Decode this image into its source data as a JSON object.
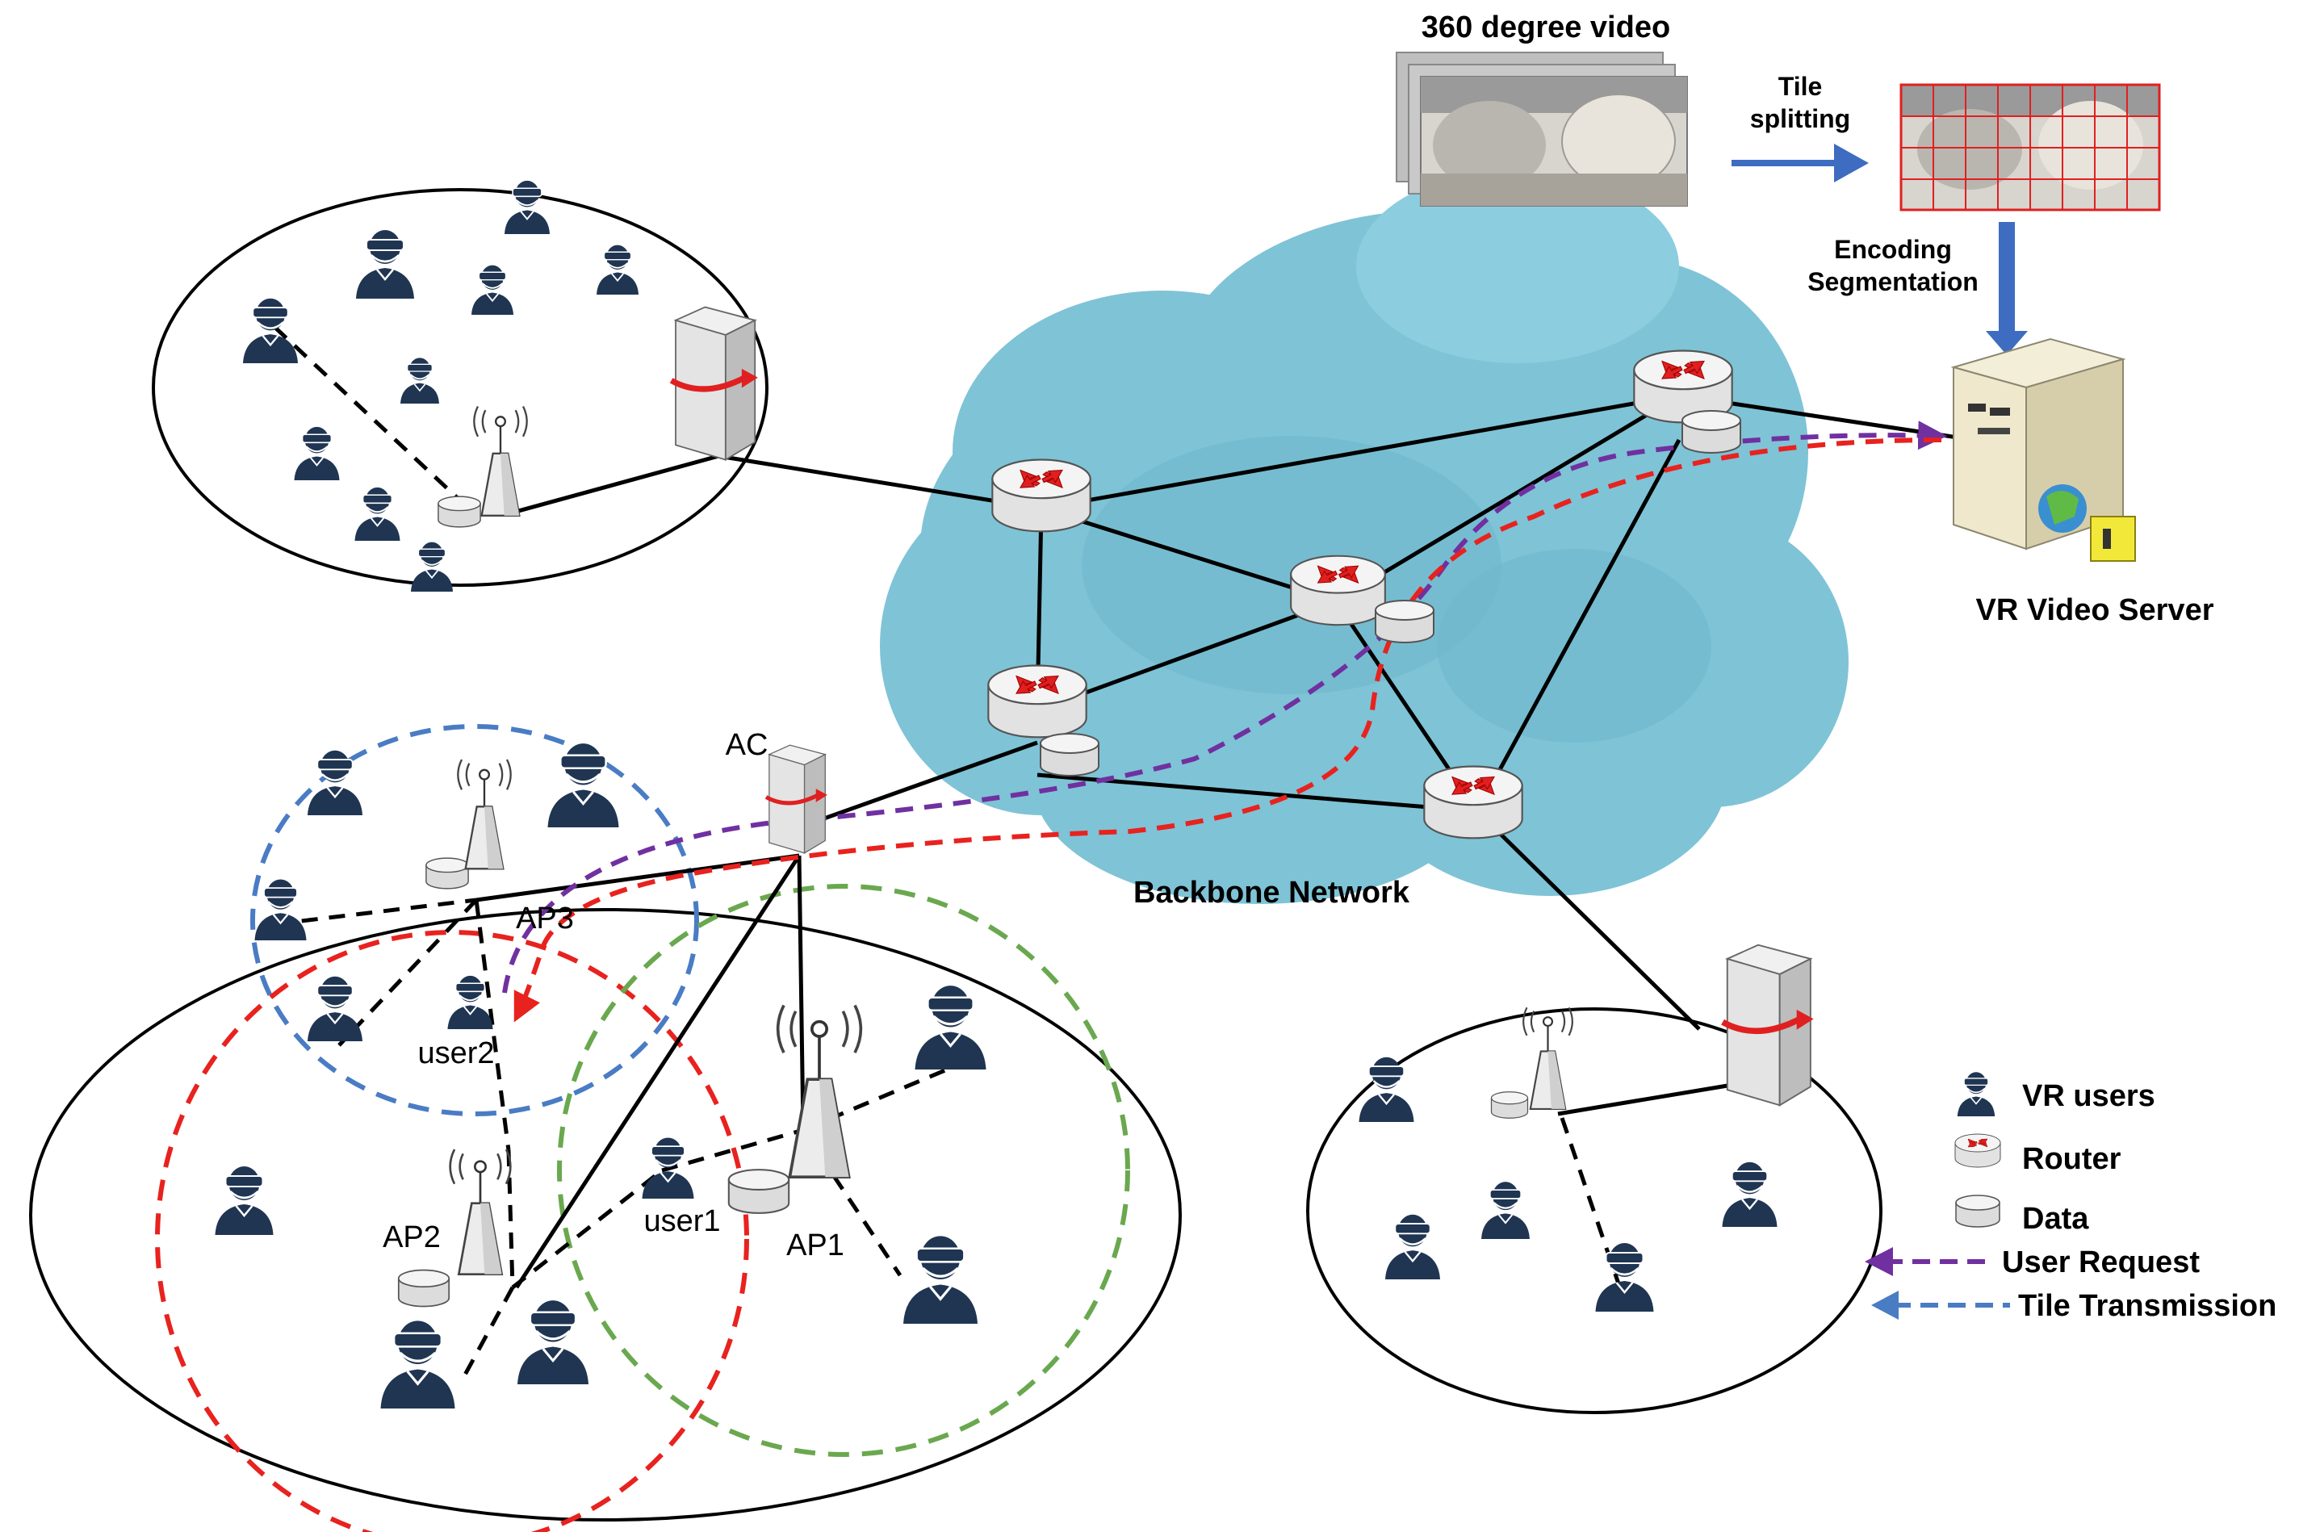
{
  "title_video": "360 degree video",
  "tile_splitting": [
    "Tile",
    "splitting"
  ],
  "encoding_segmentation": [
    "Encoding",
    "Segmentation"
  ],
  "server_label": "VR Video Server",
  "backbone_label": "Backbone Network",
  "ac_label": "AC",
  "ap1_label": "AP1",
  "ap2_label": "AP2",
  "ap3_label": "AP3",
  "user1_label": "user1",
  "user2_label": "user2",
  "legend": {
    "vr_users": "VR users",
    "router": "Router",
    "data": "Data",
    "user_request": "User Request",
    "tile_transmission": "Tile Transmission"
  },
  "colors": {
    "cloud": "#7fc3d6",
    "router_arrow": "#e02020",
    "user": "#1f3552",
    "request": "#7030a0",
    "transmission": "#e8221e",
    "ap1_coverage": "#6aa84f",
    "ap2_coverage": "#e8221e",
    "ap3_coverage": "#4a7cc4",
    "tile_arrow": "#3d6cc0"
  }
}
